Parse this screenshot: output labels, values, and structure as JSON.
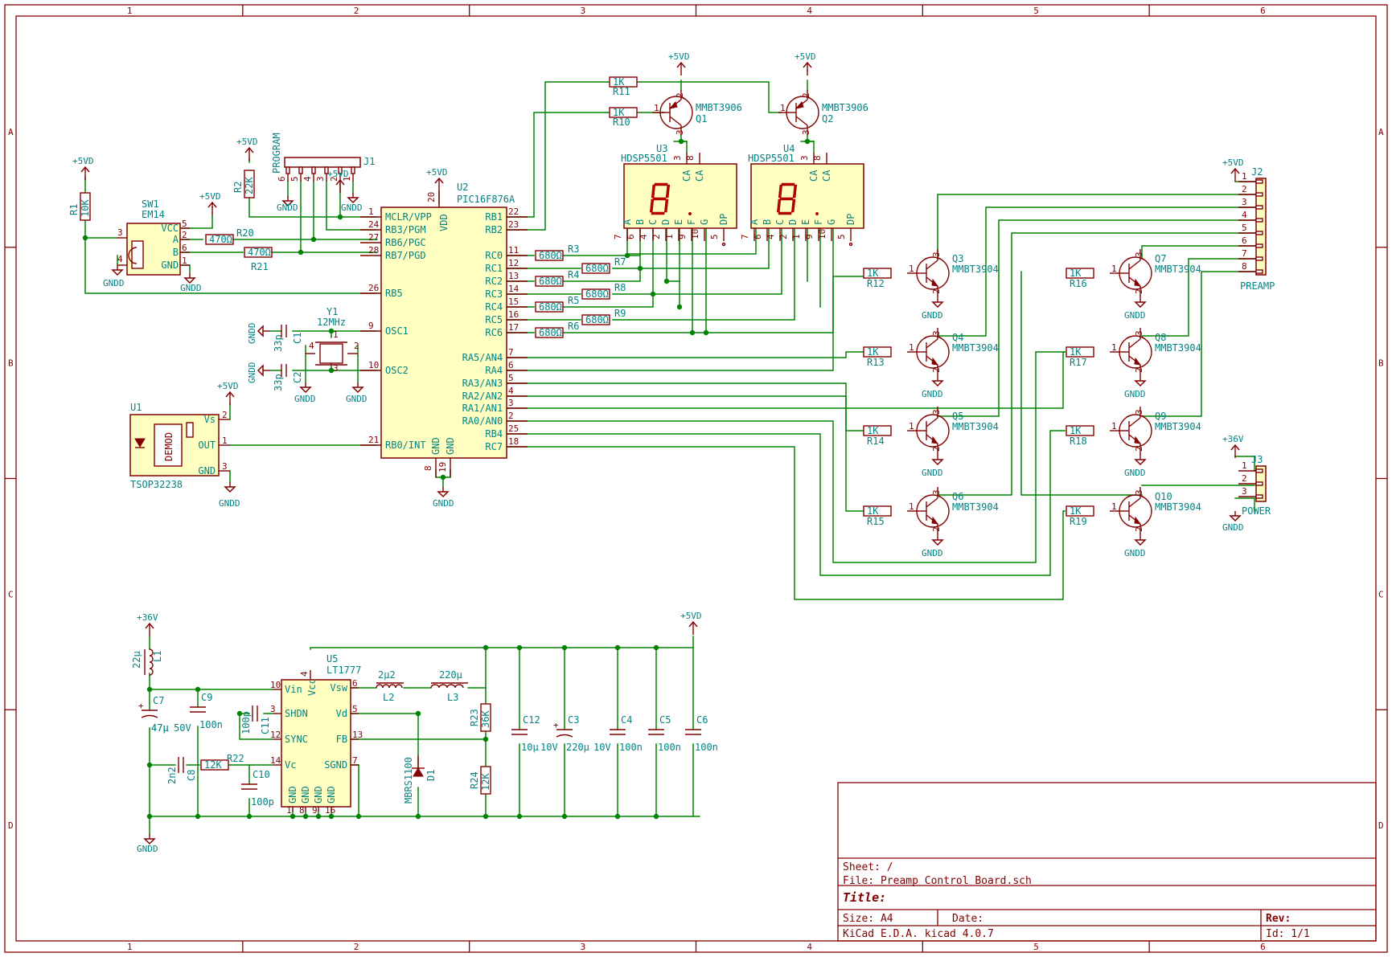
{
  "frame": {
    "columns": [
      "1",
      "2",
      "3",
      "4",
      "5",
      "6"
    ],
    "rows": [
      "A",
      "B",
      "C",
      "D"
    ]
  },
  "power": {
    "vdd": "+5VD",
    "v36": "+36V",
    "gnd": "GNDD"
  },
  "u2": {
    "ref": "U2",
    "value": "PIC16F876A",
    "left_pins": [
      {
        "num": "1",
        "name": "MCLR/VPP"
      },
      {
        "num": "24",
        "name": "RB3/PGM"
      },
      {
        "num": "27",
        "name": "RB6/PGC"
      },
      {
        "num": "28",
        "name": "RB7/PGD"
      },
      {
        "num": "26",
        "name": "RB5"
      },
      {
        "num": "9",
        "name": "OSC1"
      },
      {
        "num": "10",
        "name": "OSC2"
      },
      {
        "num": "21",
        "name": "RB0/INT"
      }
    ],
    "right_pins": [
      {
        "num": "22",
        "name": "RB1"
      },
      {
        "num": "23",
        "name": "RB2"
      },
      {
        "num": "11",
        "name": "RC0"
      },
      {
        "num": "12",
        "name": "RC1"
      },
      {
        "num": "13",
        "name": "RC2"
      },
      {
        "num": "14",
        "name": "RC3"
      },
      {
        "num": "15",
        "name": "RC4"
      },
      {
        "num": "16",
        "name": "RC5"
      },
      {
        "num": "17",
        "name": "RC6"
      },
      {
        "num": "7",
        "name": "RA5/AN4"
      },
      {
        "num": "6",
        "name": "RA4"
      },
      {
        "num": "5",
        "name": "RA3/AN3"
      },
      {
        "num": "4",
        "name": "RA2/AN2"
      },
      {
        "num": "3",
        "name": "RA1/AN1"
      },
      {
        "num": "2",
        "name": "RA0/AN0"
      },
      {
        "num": "25",
        "name": "RB4"
      },
      {
        "num": "18",
        "name": "RC7"
      }
    ],
    "vdd_pin": {
      "num": "20",
      "name": "VDD"
    },
    "gnd_pins": [
      {
        "num": "8",
        "name": "GND"
      },
      {
        "num": "19",
        "name": "GND"
      }
    ]
  },
  "j1": {
    "ref": "J1",
    "value": "PROGRAM",
    "pins": [
      "6",
      "5",
      "4",
      "3",
      "2",
      "1"
    ]
  },
  "j2": {
    "ref": "J2",
    "value": "PREAMP",
    "pins": [
      "1",
      "2",
      "3",
      "4",
      "5",
      "6",
      "7",
      "8"
    ]
  },
  "j3": {
    "ref": "J3",
    "value": "POWER",
    "pins": [
      "1",
      "2",
      "3"
    ]
  },
  "sw1": {
    "ref": "SW1",
    "value": "EM14",
    "pins": [
      {
        "num": "5",
        "name": "VCC"
      },
      {
        "num": "2",
        "name": "A"
      },
      {
        "num": "6",
        "name": "B"
      },
      {
        "num": "1",
        "name": "GND"
      },
      {
        "num": "3",
        "name": ""
      },
      {
        "num": "4",
        "name": ""
      }
    ]
  },
  "u1": {
    "ref": "U1",
    "value": "TSOP32238",
    "inner": "DEMOD",
    "pins": [
      {
        "num": "2",
        "name": "Vs"
      },
      {
        "num": "1",
        "name": "OUT"
      },
      {
        "num": "3",
        "name": "GND"
      }
    ]
  },
  "y1": {
    "ref": "Y1",
    "value": "12MHz",
    "pins": [
      "1",
      "2",
      "3",
      "4"
    ]
  },
  "displays": [
    {
      "ref": "U3",
      "value": "HDSP5501",
      "pins": [
        "7",
        "6",
        "4",
        "2",
        "1",
        "9",
        "10",
        "5"
      ],
      "segs": [
        "A",
        "B",
        "C",
        "D",
        "E",
        "F",
        "G",
        "DP"
      ],
      "top_pins": [
        "3",
        "8"
      ],
      "top_names": [
        "CA",
        "CA"
      ]
    },
    {
      "ref": "U4",
      "value": "HDSP5501",
      "pins": [
        "7",
        "6",
        "4",
        "2",
        "1",
        "9",
        "10",
        "5"
      ],
      "segs": [
        "A",
        "B",
        "C",
        "D",
        "E",
        "F",
        "G",
        "DP"
      ],
      "top_pins": [
        "3",
        "8"
      ],
      "top_names": [
        "CA",
        "CA"
      ]
    }
  ],
  "pnp": [
    {
      "ref": "Q1",
      "value": "MMBT3906",
      "pins": [
        "1",
        "2",
        "3"
      ]
    },
    {
      "ref": "Q2",
      "value": "MMBT3906",
      "pins": [
        "1",
        "2",
        "3"
      ]
    }
  ],
  "npn": [
    {
      "ref": "Q3",
      "value": "MMBT3904",
      "rref": "R12",
      "rval": "1K"
    },
    {
      "ref": "Q4",
      "value": "MMBT3904",
      "rref": "R13",
      "rval": "1K"
    },
    {
      "ref": "Q5",
      "value": "MMBT3904",
      "rref": "R14",
      "rval": "1K"
    },
    {
      "ref": "Q6",
      "value": "MMBT3904",
      "rref": "R15",
      "rval": "1K"
    },
    {
      "ref": "Q7",
      "value": "MMBT3904",
      "rref": "R16",
      "rval": "1K"
    },
    {
      "ref": "Q8",
      "value": "MMBT3904",
      "rref": "R17",
      "rval": "1K"
    },
    {
      "ref": "Q9",
      "value": "MMBT3904",
      "rref": "R18",
      "rval": "1K"
    },
    {
      "ref": "Q10",
      "value": "MMBT3904",
      "rref": "R19",
      "rval": "1K"
    }
  ],
  "npn_pins": [
    "1",
    "2",
    "3"
  ],
  "resistors": {
    "r1": {
      "ref": "R1",
      "val": "10K"
    },
    "r2": {
      "ref": "R2",
      "val": "22K"
    },
    "r20": {
      "ref": "R20",
      "val": "470Ω"
    },
    "r21": {
      "ref": "R21",
      "val": "470Ω"
    },
    "r10": {
      "ref": "R10",
      "val": "1K"
    },
    "r11": {
      "ref": "R11",
      "val": "1K"
    },
    "seg": [
      {
        "ref": "R3",
        "val": "680Ω"
      },
      {
        "ref": "R7",
        "val": "680Ω"
      },
      {
        "ref": "R4",
        "val": "680Ω"
      },
      {
        "ref": "R8",
        "val": "680Ω"
      },
      {
        "ref": "R5",
        "val": "680Ω"
      },
      {
        "ref": "R9",
        "val": "680Ω"
      },
      {
        "ref": "R6",
        "val": "680Ω"
      }
    ],
    "r22": {
      "ref": "R22",
      "val": "12K"
    },
    "r23": {
      "ref": "R23",
      "val": "36K"
    },
    "r24": {
      "ref": "R24",
      "val": "12K"
    }
  },
  "caps": {
    "c1": {
      "ref": "C1",
      "val": "33p"
    },
    "c2": {
      "ref": "C2",
      "val": "33p"
    },
    "c7": {
      "ref": "C7",
      "val": "47µ",
      "v": "50V"
    },
    "c9": {
      "ref": "C9",
      "val": "100n"
    },
    "c11": {
      "ref": "C11",
      "val": "100p"
    },
    "c8": {
      "ref": "C8",
      "val": "2n2"
    },
    "c10": {
      "ref": "C10",
      "val": "100p"
    },
    "c12": {
      "ref": "C12",
      "val": "10µ",
      "v": "10V"
    },
    "c3": {
      "ref": "C3",
      "val": "220µ",
      "v": "10V"
    },
    "c4": {
      "ref": "C4",
      "val": "100n"
    },
    "c5": {
      "ref": "C5",
      "val": "100n"
    },
    "c6": {
      "ref": "C6",
      "val": "100n"
    }
  },
  "inductors": {
    "l1": {
      "ref": "L1",
      "val": "22µ"
    },
    "l2": {
      "ref": "L2",
      "val": "2µ2"
    },
    "l3": {
      "ref": "L3",
      "val": "220µ"
    }
  },
  "d1": {
    "ref": "D1",
    "val": "MBRS1100"
  },
  "u5": {
    "ref": "U5",
    "value": "LT1777",
    "pins": [
      {
        "num": "10",
        "name": "Vin"
      },
      {
        "num": "3",
        "name": "SHDN"
      },
      {
        "num": "12",
        "name": "SYNC"
      },
      {
        "num": "14",
        "name": "Vc"
      },
      {
        "num": "4",
        "name": "Vcc"
      },
      {
        "num": "6",
        "name": "Vsw"
      },
      {
        "num": "5",
        "name": "Vd"
      },
      {
        "num": "13",
        "name": "FB"
      },
      {
        "num": "7",
        "name": "SGND"
      }
    ],
    "gnd_pins": [
      "1",
      "8",
      "9",
      "16"
    ],
    "gnd_name": "GND"
  },
  "titleblock": {
    "sheet": "Sheet: /",
    "file": "File: Preamp Control Board.sch",
    "title": "Title:",
    "size": "Size: A4",
    "date": "Date:",
    "rev": "Rev:",
    "tool": "KiCad E.D.A.  kicad 4.0.7",
    "id": "Id: 1/1"
  }
}
